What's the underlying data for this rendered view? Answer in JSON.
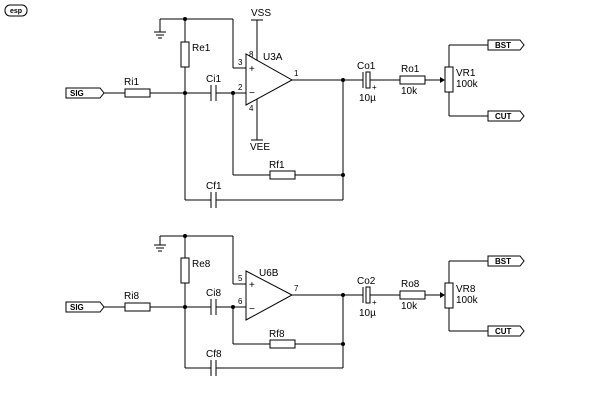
{
  "logo": {
    "text": "esp"
  },
  "channels": [
    {
      "input_port": "SIG",
      "ground_label": "",
      "ri": "Ri1",
      "re": "Re1",
      "ci": "Ci1",
      "opamp": "U3A",
      "pin_noninv": "3",
      "pin_inv": "2",
      "pin_out": "1",
      "pin_vpos": "8",
      "pin_vneg": "4",
      "vss": "VSS",
      "vee": "VEE",
      "rf": "Rf1",
      "cf": "Cf1",
      "co": "Co1",
      "co_value": "10µ",
      "ro": "Ro1",
      "ro_value": "10k",
      "vr": "VR1",
      "vr_value": "100k",
      "port_bst": "BST",
      "port_cut": "CUT"
    },
    {
      "input_port": "SIG",
      "ground_label": "",
      "ri": "Ri8",
      "re": "Re8",
      "ci": "Ci8",
      "opamp": "U6B",
      "pin_noninv": "5",
      "pin_inv": "6",
      "pin_out": "7",
      "co": "Co2",
      "co_value": "10µ",
      "rf": "Rf8",
      "cf": "Cf8",
      "ro": "Ro8",
      "ro_value": "10k",
      "vr": "VR8",
      "vr_value": "100k",
      "port_bst": "BST",
      "port_cut": "CUT"
    }
  ]
}
